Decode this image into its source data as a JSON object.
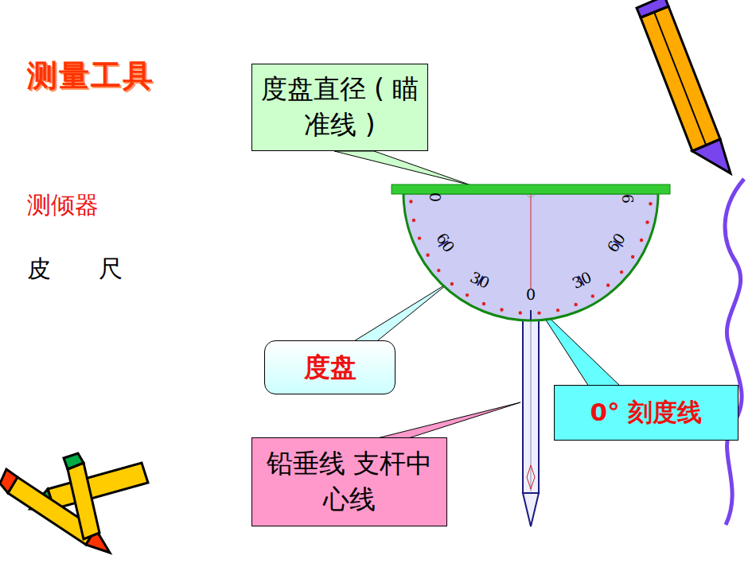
{
  "diagram": {
    "title": "测量工具",
    "nodes": [
      {
        "text": [
          "度盘直径 ( 瞄准线 )"
        ]
      },
      {
        "text": [
          "度盘"
        ]
      },
      {
        "text": [
          "0° 刻度线"
        ]
      },
      {
        "text": [
          "铅垂线 支杆中心线"
        ]
      }
    ],
    "labels": [
      "测倾器",
      "皮　　尺",
      "0",
      "60",
      "30",
      "0",
      "30",
      "60",
      "9"
    ]
  }
}
